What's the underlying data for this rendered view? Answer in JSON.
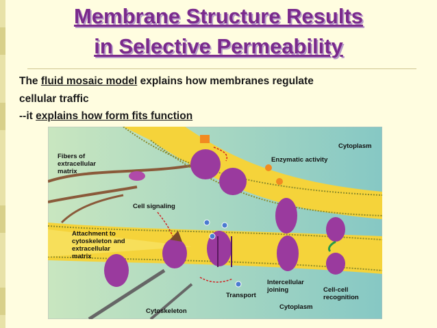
{
  "slide": {
    "title_line1": "Membrane Structure Results",
    "title_line2": "in Selective Permeability",
    "body": {
      "line1_prefix": "The ",
      "line1_link": "fluid mosaic model",
      "line1_suffix": " explains how membranes regulate",
      "line2": "cellular traffic",
      "line3_prefix": "--it ",
      "line3_link": "explains how form fits function"
    }
  },
  "figure": {
    "labels": {
      "cytoplasm_top": "Cytoplasm",
      "fibers_1": "Fibers of",
      "fibers_2": "extracellular",
      "fibers_3": "matrix",
      "enzymatic": "Enzymatic activity",
      "cell_signaling": "Cell signaling",
      "attachment_1": "Attachment to",
      "attachment_2": "cytoskeleton and",
      "attachment_3": "extracellular",
      "attachment_4": "matrix",
      "intercellular_1": "Intercellular",
      "intercellular_2": "joining",
      "transport": "Transport",
      "cellcell_1": "Cell-cell",
      "cellcell_2": "recognition",
      "cytoplasm_bottom": "Cytoplasm",
      "cytoskeleton": "Cytoskeleton"
    },
    "colors": {
      "background": "#9fd2c6",
      "membrane_yellow": "#f5d33a",
      "protein_purple": "#9a3a9e",
      "signal_orange": "#f28a20"
    }
  }
}
